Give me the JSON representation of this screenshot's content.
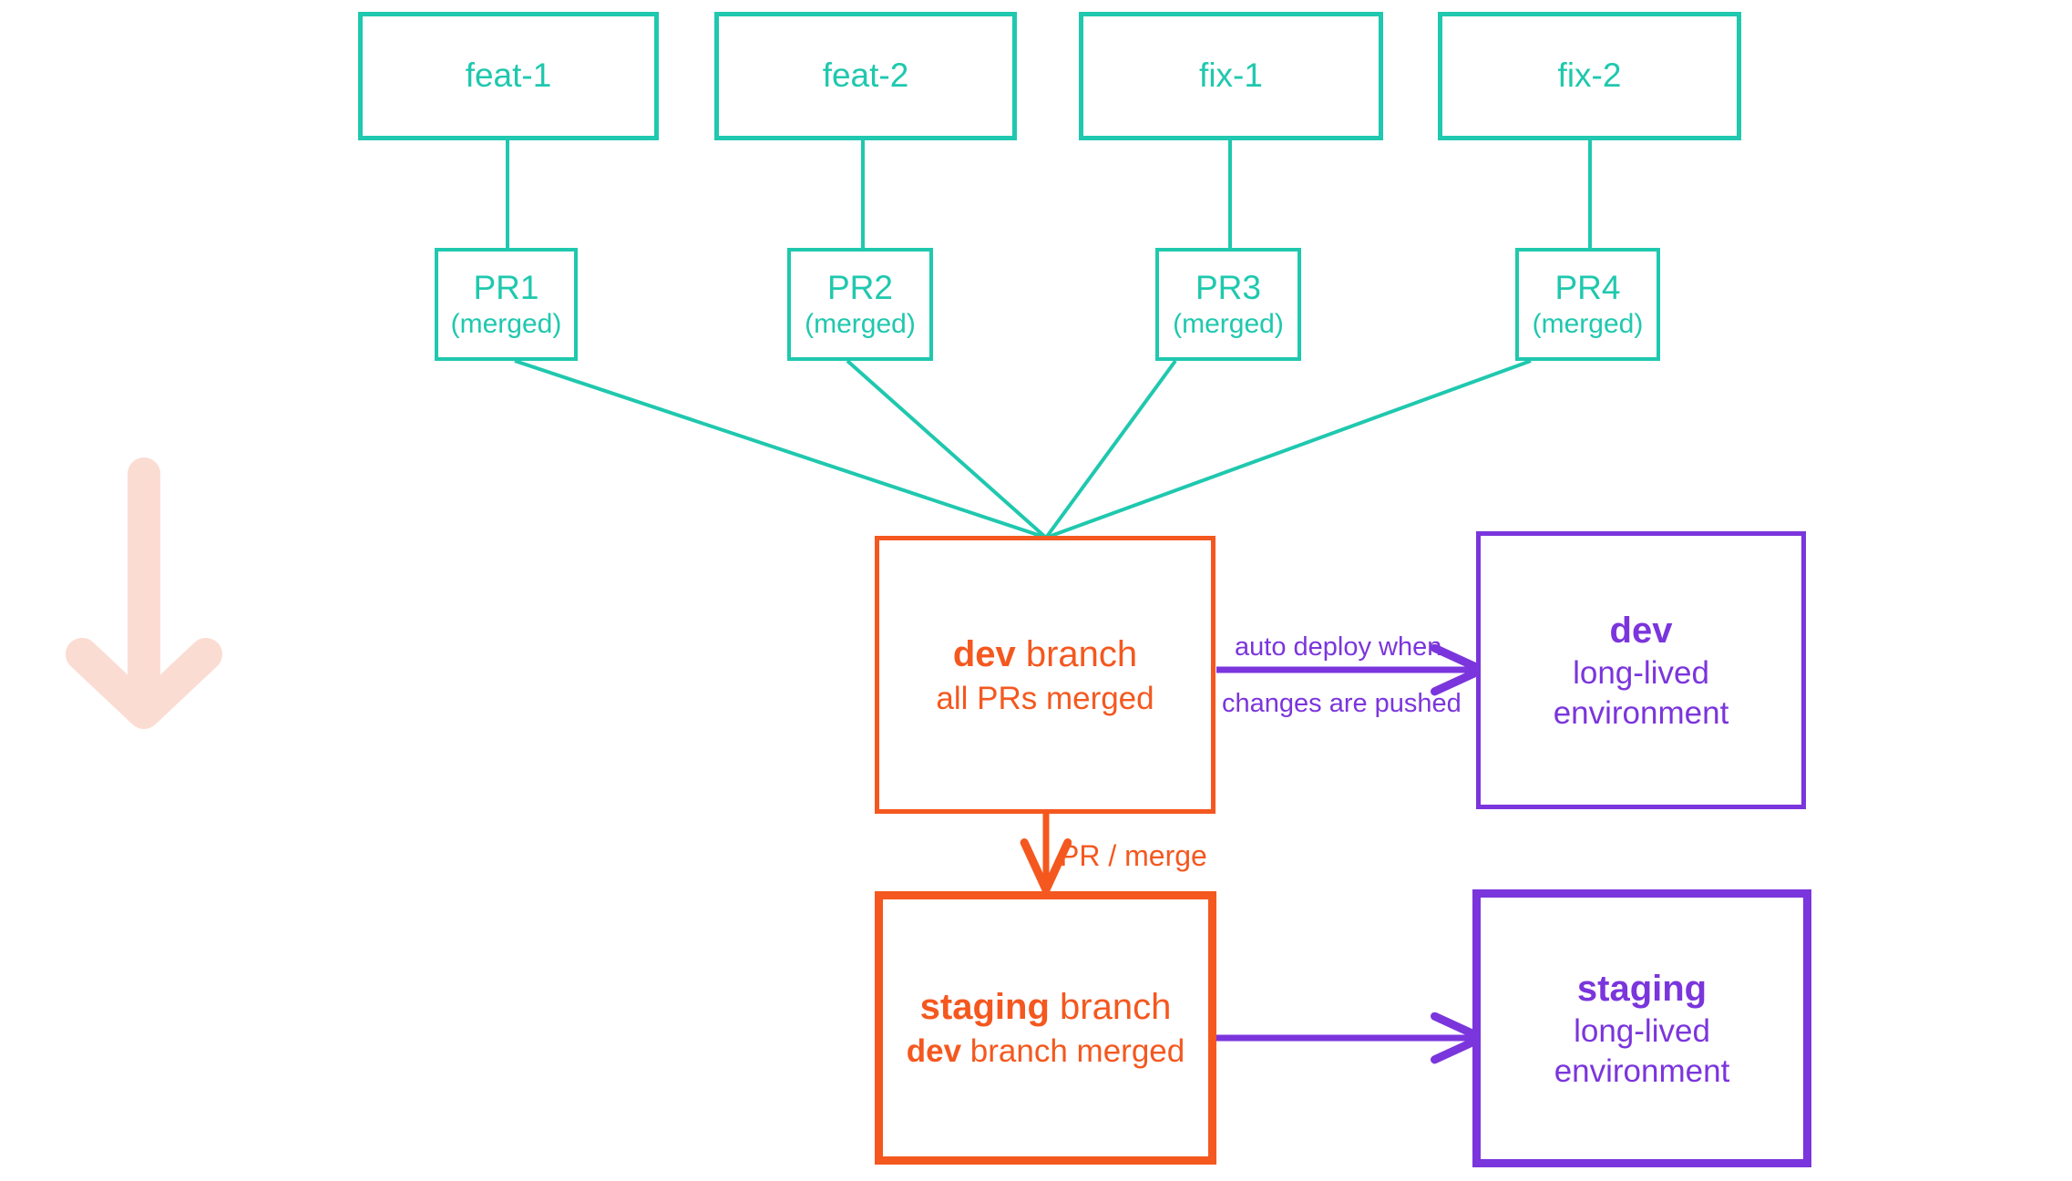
{
  "diagram": {
    "title": "git branching and deployment flow",
    "colors": {
      "teal": "#1FC8AE",
      "orange": "#F4581F",
      "purple": "#7B35DC",
      "pink_arrow": "#FBDCD2",
      "background": "#FFFFFF"
    },
    "feature_branches": [
      {
        "label": "feat-1"
      },
      {
        "label": "feat-2"
      },
      {
        "label": "fix-1"
      },
      {
        "label": "fix-2"
      }
    ],
    "pull_requests": [
      {
        "name": "PR1",
        "status": "(merged)"
      },
      {
        "name": "PR2",
        "status": "(merged)"
      },
      {
        "name": "PR3",
        "status": "(merged)"
      },
      {
        "name": "PR4",
        "status": "(merged)"
      }
    ],
    "dev_branch": {
      "title_strong": "dev",
      "title_rest": " branch",
      "subtitle": "all PRs merged"
    },
    "staging_branch": {
      "title_strong": "staging",
      "title_rest": " branch",
      "subtitle_strong": "dev",
      "subtitle_rest": " branch merged"
    },
    "dev_environment": {
      "name": "dev",
      "line2": "long-lived",
      "line3": "environment"
    },
    "staging_environment": {
      "name": "staging",
      "line2": "long-lived",
      "line3": "environment"
    },
    "edge_labels": {
      "auto_deploy_line1": "auto deploy when",
      "auto_deploy_line2": "changes are pushed",
      "pr_merge": "PR / merge"
    },
    "flow_arrow": {
      "name": "downward-flow-arrow",
      "direction": "down"
    }
  }
}
